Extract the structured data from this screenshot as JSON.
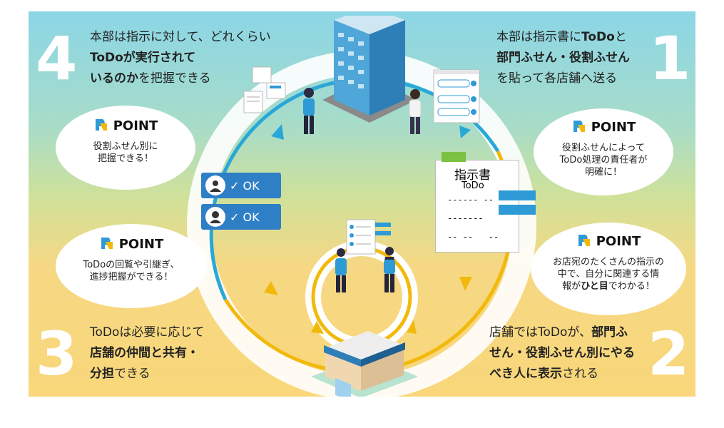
{
  "steps": {
    "s1": {
      "num": "1",
      "l1a": "本部は指示書に",
      "l1b": "ToDo",
      "l1c": "と",
      "l2": "部門ふせん・役割ふせん",
      "l3": "を貼って各店舗へ送る"
    },
    "s2": {
      "num": "2",
      "l1a": "店舗では",
      "l1b": "ToDo",
      "l1c": "が、",
      "l1d": "部門ふ",
      "l2": "せん・役割ふせん別にやる",
      "l3a": "べき人に",
      "l3b": "表示",
      "l3c": "される"
    },
    "s3": {
      "num": "3",
      "l1": "ToDoは必要に応じて",
      "l2": "店舗の仲間と共有・",
      "l3a": "分担",
      "l3b": "できる"
    },
    "s4": {
      "num": "4",
      "l1": "本部は指示に対して、どれくらい",
      "l2": "ToDoが実行されて",
      "l3a": "いるのか",
      "l3b": "を把握できる"
    }
  },
  "points": {
    "label": "POINT",
    "p_top_left": {
      "l1": "役割ふせん別に",
      "l2": "把握できる！"
    },
    "p_bottom_left": {
      "l1": "ToDoの回覧や引継ぎ、",
      "l2": "進捗把握ができる！"
    },
    "p_top_right": {
      "l1": "役割ふせんによって",
      "l2": "ToDo処理の責任者が",
      "l3": "明確に！"
    },
    "p_bottom_right": {
      "l1": "お店宛のたくさんの指示の",
      "l2": "中で、自分に関連する情",
      "l3a": "報が",
      "l3b": "ひと目",
      "l3c": "でわかる！"
    }
  },
  "ok": {
    "label": "✓ OK"
  },
  "document": {
    "title": "指示書",
    "sub": "ToDo",
    "line1": "------ --",
    "line2": "-------",
    "line3": "-- --   --"
  },
  "colors": {
    "cycle_blue": "#29a8d8",
    "cycle_gold": "#f2b90d",
    "accent_blue": "#2f7fc6",
    "sticky_green": "#7dc142",
    "sticky_blue": "#2e9ad6"
  }
}
